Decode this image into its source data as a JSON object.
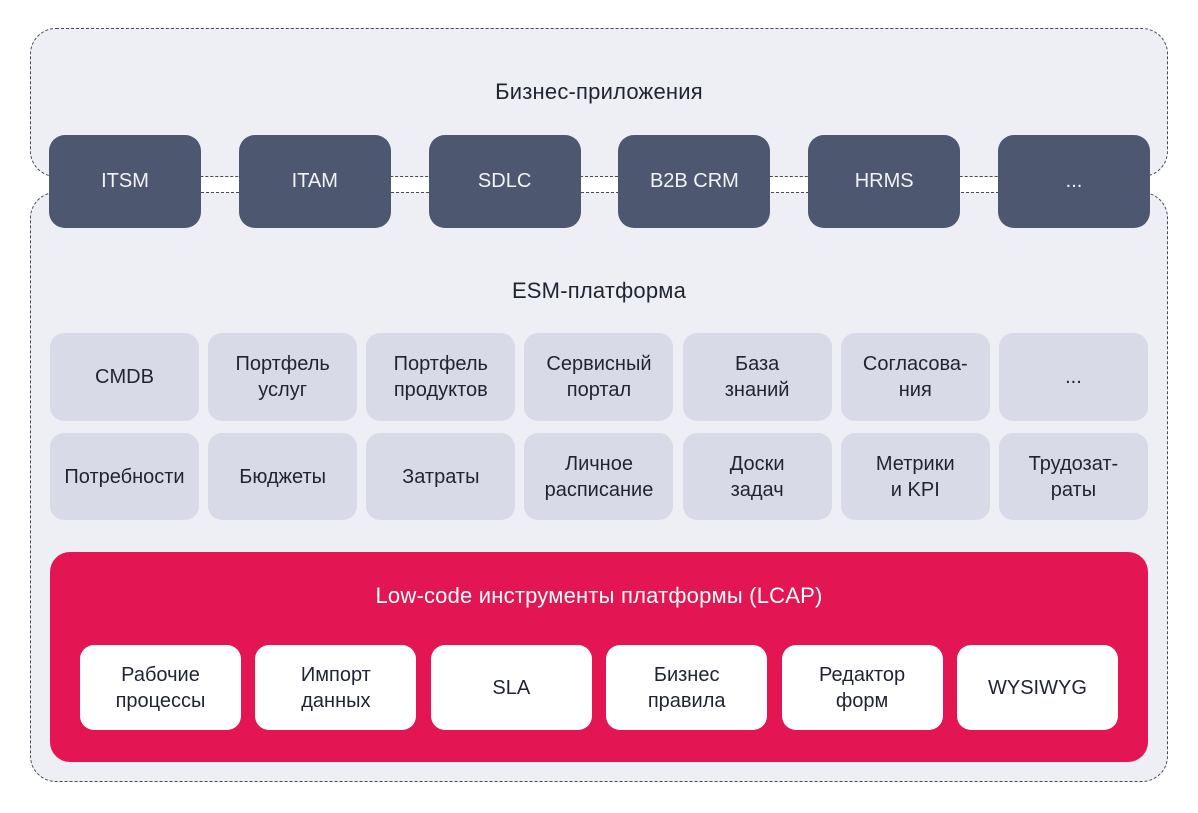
{
  "colors": {
    "page_bg": "#ffffff",
    "layer_bg": "#edeff4",
    "dashed_border": "#474b54",
    "app_box_bg": "#4e5770",
    "app_box_text": "#f2f3f7",
    "esm_box_bg": "#d8dbe7",
    "esm_box_text": "#1f2430",
    "lcap_bg": "#e31552",
    "lcap_title_text": "#ffffff",
    "lcap_box_bg": "#ffffff",
    "lcap_box_text": "#1f2430",
    "title_text": "#1f2430"
  },
  "business_apps": {
    "title": "Бизнес-приложения",
    "items": [
      {
        "label": "ITSM"
      },
      {
        "label": "ITAM"
      },
      {
        "label": "SDLC"
      },
      {
        "label": "B2B CRM"
      },
      {
        "label": "HRMS"
      },
      {
        "label": "..."
      }
    ]
  },
  "esm": {
    "title": "ESM-платформа",
    "row1": [
      {
        "label": "CMDB"
      },
      {
        "label": "Портфель\nуслуг"
      },
      {
        "label": "Портфель\nпродуктов"
      },
      {
        "label": "Сервисный\nпортал"
      },
      {
        "label": "База\nзнаний"
      },
      {
        "label": "Согласова-\nния"
      },
      {
        "label": "..."
      }
    ],
    "row2": [
      {
        "label": "Потребности"
      },
      {
        "label": "Бюджеты"
      },
      {
        "label": "Затраты"
      },
      {
        "label": "Личное\nрасписание"
      },
      {
        "label": "Доски\nзадач"
      },
      {
        "label": "Метрики\nи KPI"
      },
      {
        "label": "Трудозат-\nраты"
      }
    ]
  },
  "lcap": {
    "title": "Low-code инструменты платформы (LCAP)",
    "items": [
      {
        "label": "Рабочие\nпроцессы"
      },
      {
        "label": "Импорт\nданных"
      },
      {
        "label": "SLA"
      },
      {
        "label": "Бизнес\nправила"
      },
      {
        "label": "Редактор\nформ"
      },
      {
        "label": "WYSIWYG"
      }
    ]
  }
}
